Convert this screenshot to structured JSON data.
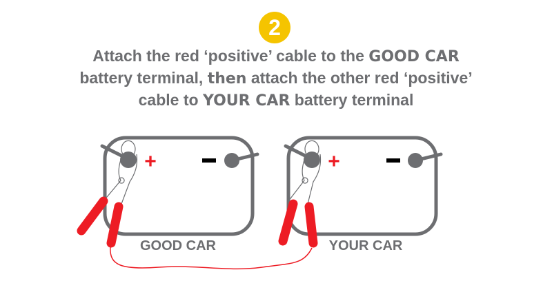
{
  "step_number": "2",
  "instruction": {
    "line1_a": "Attach the red ‘positive’ cable to the ",
    "line1_b": "GOOD CAR",
    "line2_a": "battery terminal, ",
    "line2_b": "then",
    "line2_c": " attach the other red ‘positive’",
    "line3_a": "cable to ",
    "line3_b": "YOUR CAR",
    "line3_c": " battery terminal"
  },
  "batteries": [
    {
      "label": "GOOD CAR",
      "positive": "+",
      "negative": "–"
    },
    {
      "label": "YOUR CAR",
      "positive": "+",
      "negative": "–"
    }
  ],
  "colors": {
    "badge": "#f5c400",
    "text": "#6d6e71",
    "cable": "#ed1c24",
    "negative": "#000000"
  }
}
